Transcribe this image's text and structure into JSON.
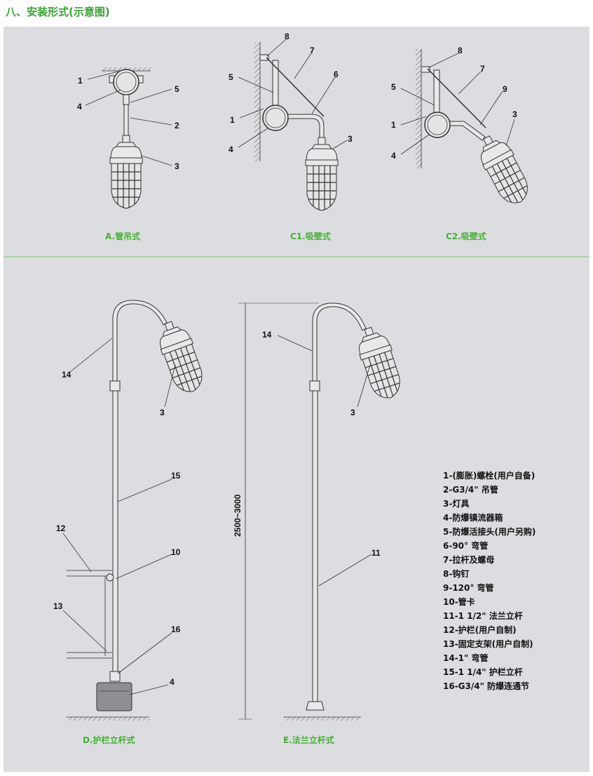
{
  "title": "八、安装形式(示意图)",
  "diagrams": {
    "a": {
      "caption": "A.管吊式",
      "callouts": [
        "1",
        "4",
        "5",
        "2",
        "3"
      ]
    },
    "c1": {
      "caption": "C1.吸壁式",
      "callouts": [
        "8",
        "7",
        "5",
        "6",
        "1",
        "4",
        "3"
      ]
    },
    "c2": {
      "caption": "C2.吸壁式",
      "callouts": [
        "8",
        "7",
        "9",
        "5",
        "1",
        "4",
        "3"
      ]
    },
    "d": {
      "caption": "D.护栏立杆式",
      "callouts": [
        "14",
        "3",
        "15",
        "12",
        "10",
        "13",
        "16",
        "4"
      ]
    },
    "e": {
      "caption": "E.法兰立杆式",
      "callouts": [
        "14",
        "3",
        "11"
      ],
      "dimension": "2500~3000"
    }
  },
  "legend": [
    "1-(膨胀)螺栓(用户自备)",
    "2-G3/4\" 吊管",
    "3-灯具",
    "4-防爆镇流器箱",
    "5-防爆活接头(用户另购)",
    "6-90° 弯管",
    "7-拉杆及螺母",
    "8-钩钉",
    "9-120° 弯管",
    "10-管卡",
    "11-1 1/2\" 法兰立杆",
    "12-护栏(用户自制)",
    "13-固定支架(用户自制)",
    "14-1\" 弯管",
    "15-1 1/4\" 护栏立杆",
    "16-G3/4\" 防爆连通节"
  ],
  "colors": {
    "accent": "#3aa135",
    "panel": "#dcdde0"
  }
}
